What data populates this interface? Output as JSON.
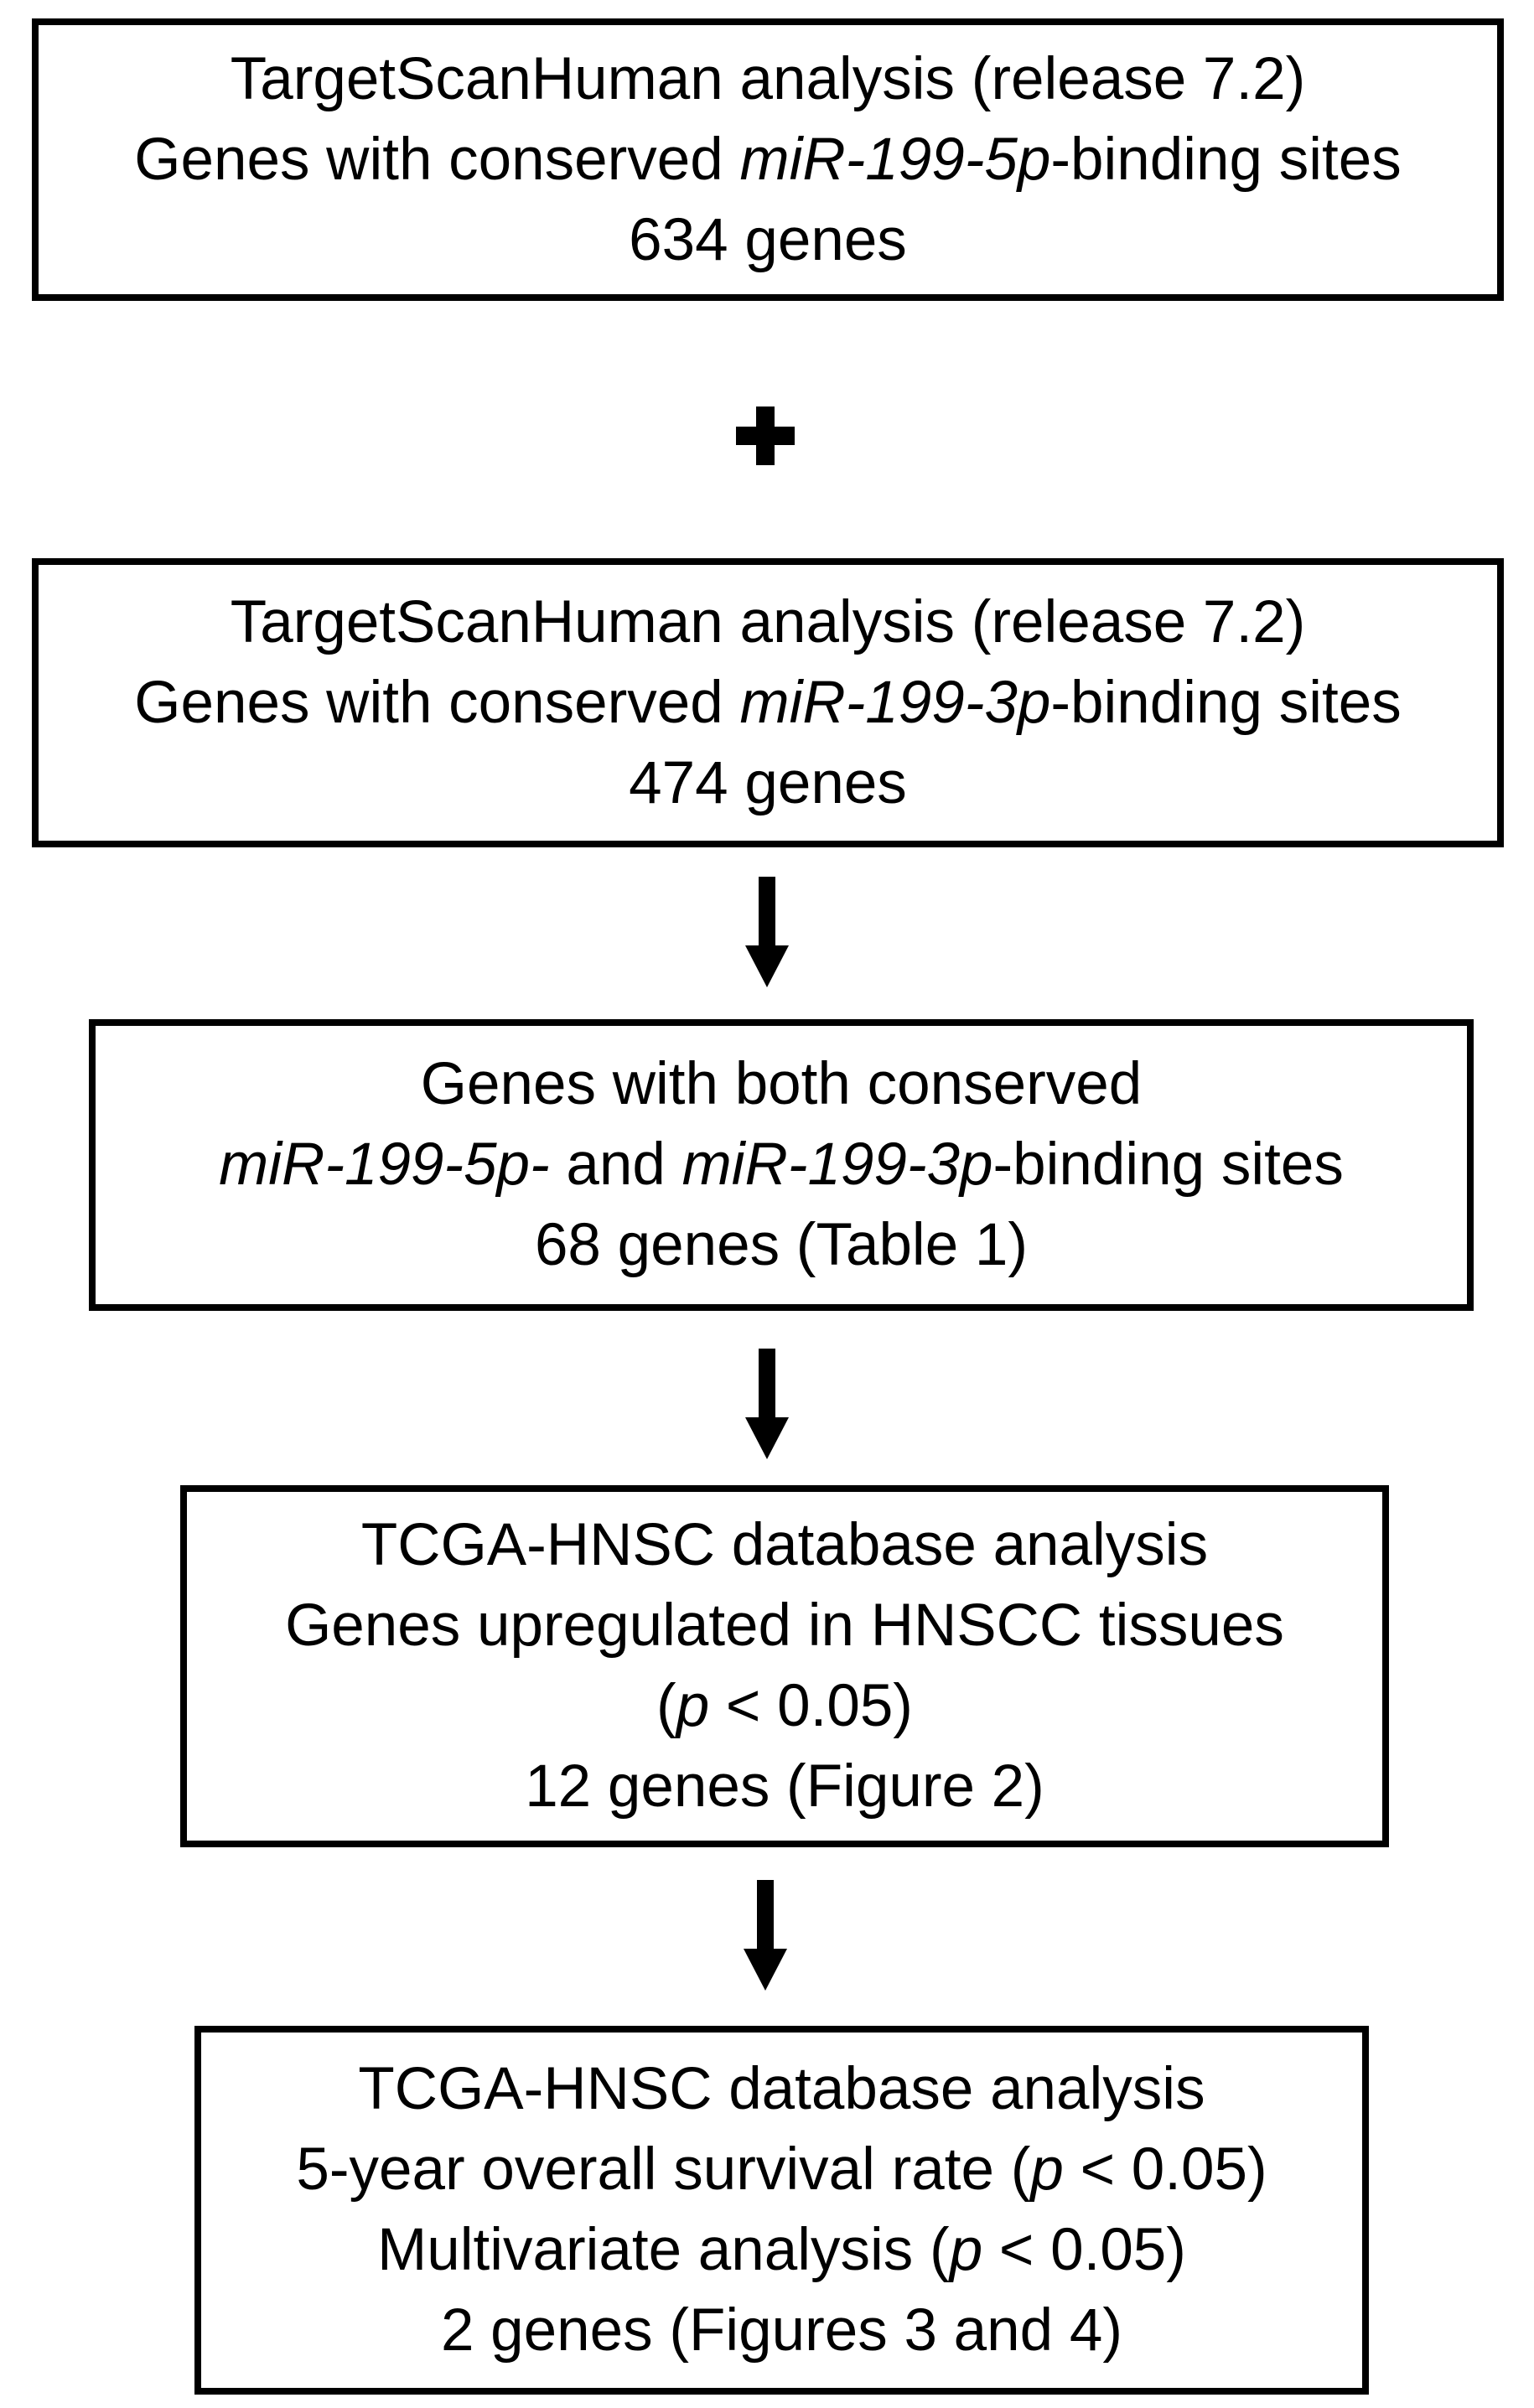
{
  "figure": {
    "type": "flowchart",
    "colors": {
      "text": "#000000",
      "box_border": "#000000",
      "background": "#ffffff",
      "connector": "#000000"
    },
    "icons": {
      "plus-icon": "+",
      "arrow-down-icon": "↓"
    },
    "boxes": [
      {
        "name": "targetscan-mir-199-5p",
        "lines": [
          [
            "TargetScanHuman analysis (release 7.2)"
          ],
          [
            "Genes with conserved ",
            "miR-199-5p",
            "-binding sites"
          ],
          [
            "634 genes"
          ]
        ]
      },
      {
        "name": "targetscan-mir-199-3p",
        "lines": [
          [
            "TargetScanHuman analysis (release 7.2)"
          ],
          [
            "Genes with conserved ",
            "miR-199-3p",
            "-binding sites"
          ],
          [
            "474 genes"
          ]
        ]
      },
      {
        "name": "intersection-genes",
        "lines": [
          [
            "Genes with both conserved"
          ],
          [
            "miR-199-5p-",
            " and ",
            "miR-199-3p",
            "-binding sites"
          ],
          [
            "68 genes (Table 1)"
          ]
        ]
      },
      {
        "name": "tcga-upregulated",
        "lines": [
          [
            "TCGA-HNSC database analysis"
          ],
          [
            "Genes upregulated in HNSCC tissues"
          ],
          [
            "(",
            "p",
            " < 0.05)"
          ],
          [
            "12 genes (Figure 2)"
          ]
        ]
      },
      {
        "name": "tcga-survival",
        "lines": [
          [
            "TCGA-HNSC database analysis"
          ],
          [
            "5-year overall survival rate (",
            "p",
            " < 0.05)"
          ],
          [
            "Multivariate analysis (",
            "p",
            " < 0.05)"
          ],
          [
            "2 genes (Figures 3 and 4)"
          ]
        ]
      }
    ]
  }
}
